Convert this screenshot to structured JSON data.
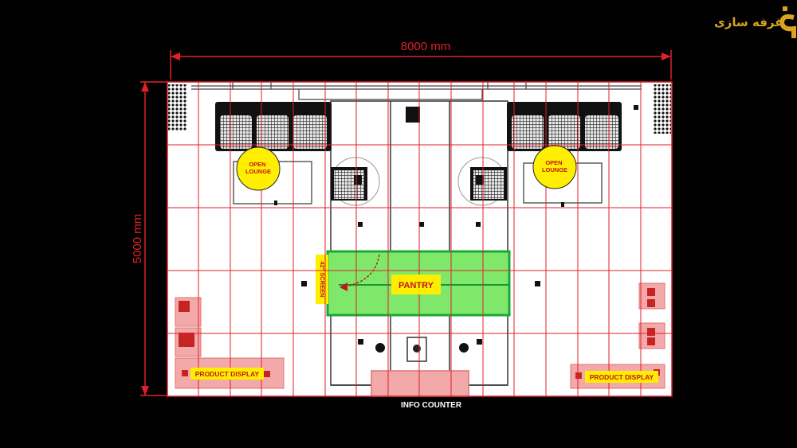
{
  "brand": {
    "name": "غرفه سازی",
    "logo_icon": "brand-logo-icon"
  },
  "dimensions": {
    "width_label": "8000 mm",
    "height_label": "5000 mm"
  },
  "zones": {
    "lounge_left": "OPEN\nLOUNGE",
    "lounge_right": "OPEN\nLOUNGE",
    "pantry": "PANTRY",
    "screen": "42\" SCREEN",
    "product_display_left": "PRODUCT DISPLAY",
    "product_display_right": "PRODUCT DISPLAY",
    "info_counter": "INFO COUNTER"
  },
  "colors": {
    "background": "#000000",
    "floor": "#ffffff",
    "grid": "#e0202a",
    "lounge_badge": "#ffee00",
    "pantry_fill": "#7fe86a",
    "display_fill": "#f3a9a9",
    "brand": "#d9a21f"
  }
}
